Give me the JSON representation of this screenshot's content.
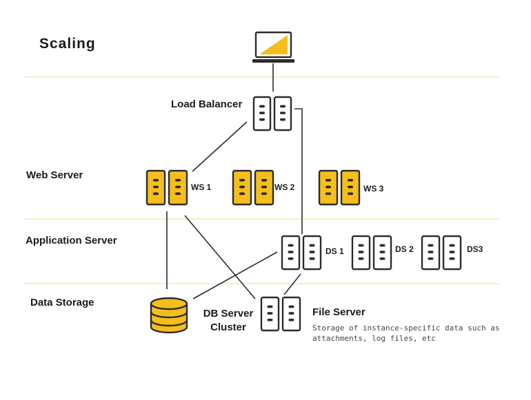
{
  "title": "Scaling",
  "tiers": {
    "web": "Web Server",
    "app": "Application Server",
    "data": "Data Storage"
  },
  "nodes": {
    "load_balancer": "Load Balancer",
    "ws1": "WS 1",
    "ws2": "WS 2",
    "ws3": "WS 3",
    "ds1": "DS 1",
    "ds2": "DS 2",
    "ds3": "DS3",
    "db_line1": "DB Server",
    "db_line2": "Cluster",
    "file_server": "File Server",
    "file_server_desc": "Storage of instance-specific data such as attachments, log files, etc"
  },
  "colors": {
    "accent": "#F5BE1D",
    "stroke": "#2b2b2b",
    "divider": "#EFE3A6"
  }
}
